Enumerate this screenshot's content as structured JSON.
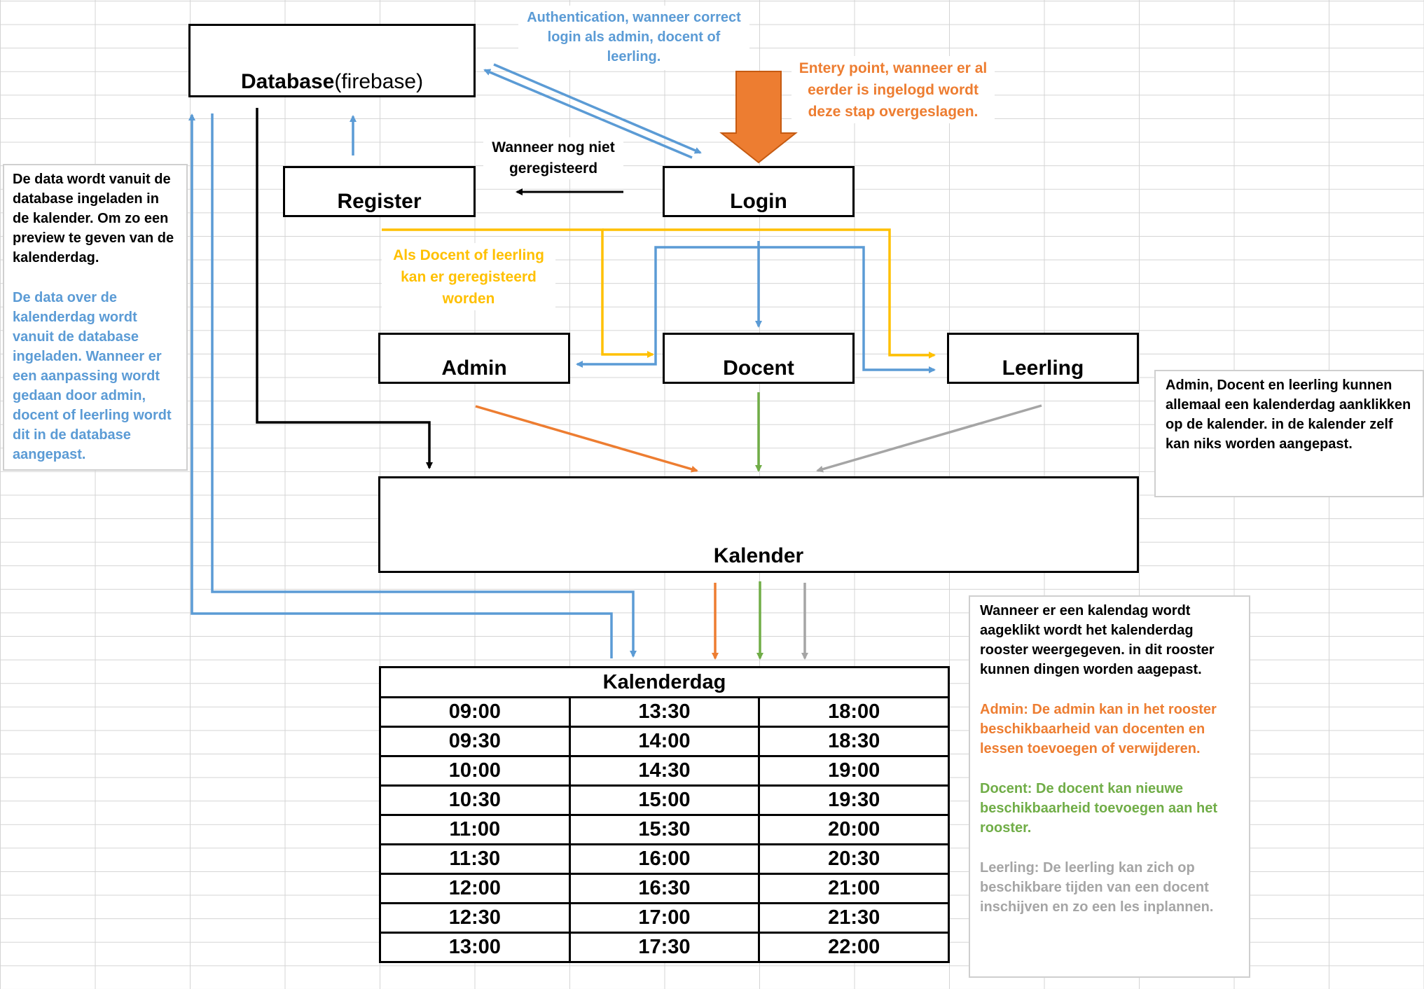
{
  "boxes": {
    "database": {
      "bold": "Database",
      "light": "(firebase)"
    },
    "register": "Register",
    "login": "Login",
    "admin": "Admin",
    "docent": "Docent",
    "leerling": "Leerling",
    "kalender": "Kalender"
  },
  "notes": {
    "authentication": "Authentication, wanneer correct login als admin, docent of leerling.",
    "entry_point": "Entery point, wanneer er al eerder is ingelogd wordt deze stap overgeslagen.",
    "not_registered": "Wanneer nog niet geregisteerd",
    "register_roles": "Als Docent of leerling kan er geregisteerd worden",
    "left_black": "De data wordt vanuit de database ingeladen in de kalender. Om zo een preview te geven van de kalenderdag.",
    "left_blue": "De data over de kalenderdag wordt vanuit de database ingeladen. Wanneer er een aanpassing wordt gedaan door admin, docent of leerling wordt dit in de database aangepast.",
    "right_top": "Admin, Docent en leerling kunnen allemaal een kalenderdag aanklikken op de kalender. in de kalender zelf kan niks worden aangepast.",
    "right_bottom_intro": "Wanneer er een kalendag wordt aageklikt wordt het kalenderdag rooster weergegeven. in dit rooster kunnen dingen worden aagepast.",
    "right_bottom_admin": "Admin: De admin kan in het rooster beschikbaarheid van docenten en lessen toevoegen of verwijderen.",
    "right_bottom_docent": "Docent: De docent kan nieuwe beschikbaarheid toevoegen aan het rooster.",
    "right_bottom_leerling": "Leerling: De leerling kan zich op beschikbare tijden van een docent inschijven en zo een les inplannen."
  },
  "kalenderdag": {
    "title": "Kalenderdag",
    "rows": [
      [
        "09:00",
        "13:30",
        "18:00"
      ],
      [
        "09:30",
        "14:00",
        "18:30"
      ],
      [
        "10:00",
        "14:30",
        "19:00"
      ],
      [
        "10:30",
        "15:00",
        "19:30"
      ],
      [
        "11:00",
        "15:30",
        "20:00"
      ],
      [
        "11:30",
        "16:00",
        "20:30"
      ],
      [
        "12:00",
        "16:30",
        "21:00"
      ],
      [
        "12:30",
        "17:00",
        "21:30"
      ],
      [
        "13:00",
        "17:30",
        "22:00"
      ]
    ]
  },
  "colors": {
    "blue": "#5b9bd5",
    "orange": "#ed7d31",
    "yellow": "#ffc000",
    "green": "#70ad47",
    "gray": "#a5a5a5",
    "black": "#000000"
  }
}
